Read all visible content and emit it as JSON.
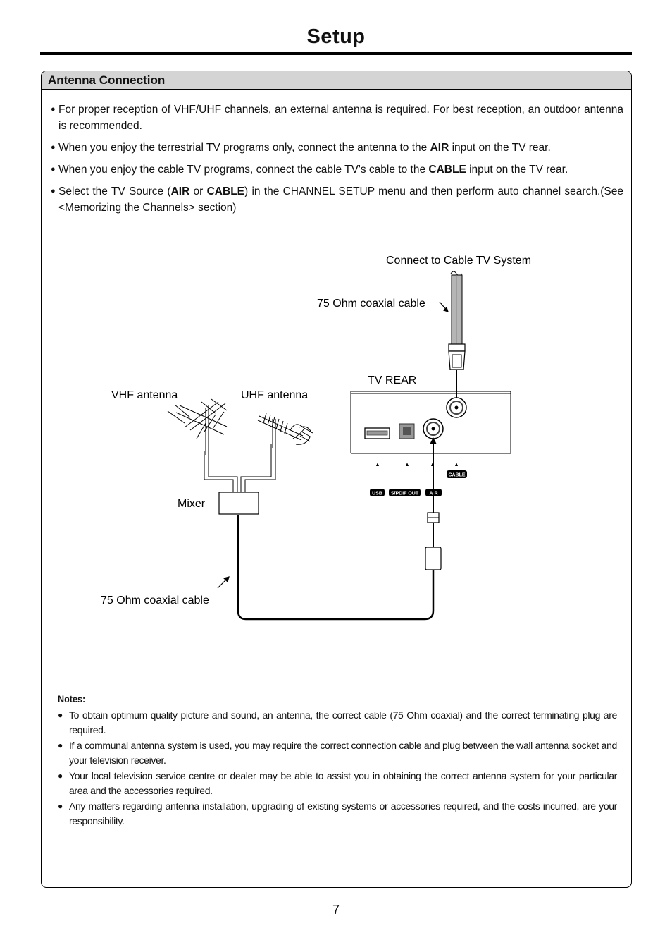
{
  "page": {
    "title": "Setup",
    "number": "7"
  },
  "section": {
    "title": "Antenna Connection"
  },
  "bullets": [
    [
      {
        "t": "For proper reception of VHF/UHF channels, an external antenna is required. For best reception, an outdoor antenna is recommended."
      }
    ],
    [
      {
        "t": "When you enjoy the terrestrial TV programs only, connect the antenna to the "
      },
      {
        "t": "AIR",
        "b": true
      },
      {
        "t": " input on the TV rear."
      }
    ],
    [
      {
        "t": "When you enjoy the cable TV programs, connect the cable TV's cable to the "
      },
      {
        "t": "CABLE",
        "b": true
      },
      {
        "t": " input on the TV rear."
      }
    ],
    [
      {
        "t": "Select the TV Source ("
      },
      {
        "t": "AIR",
        "b": true
      },
      {
        "t": " or "
      },
      {
        "t": "CABLE",
        "b": true
      },
      {
        "t": ") in the CHANNEL SETUP menu and then perform auto channel search.(See <Memorizing the Channels> section)"
      }
    ]
  ],
  "diagram": {
    "cable_system_label": "Connect to Cable TV System",
    "coax_top_label": "75 Ohm coaxial cable",
    "tv_rear_label": "TV REAR",
    "vhf_label": "VHF antenna",
    "uhf_label": "UHF antenna",
    "mixer_label": "Mixer",
    "coax_bottom_label": "75 Ohm coaxial cable",
    "port_usb": "USB",
    "port_spdif": "S/PDIF OUT",
    "port_air": "AIR",
    "port_cable": "CABLE"
  },
  "notes": {
    "title": "Notes:",
    "items": [
      "To obtain optimum quality picture and sound, an antenna, the correct cable (75 Ohm coaxial) and the correct terminating plug are required.",
      "If a communal antenna system is used, you may require the correct connection cable and plug between the wall antenna socket and your television receiver.",
      "Your local television service centre or dealer may be able to assist you in obtaining the correct antenna system for your particular area and the accessories required.",
      "Any matters regarding antenna installation, upgrading of existing systems or accessories required, and the costs incurred, are your responsibility."
    ]
  }
}
